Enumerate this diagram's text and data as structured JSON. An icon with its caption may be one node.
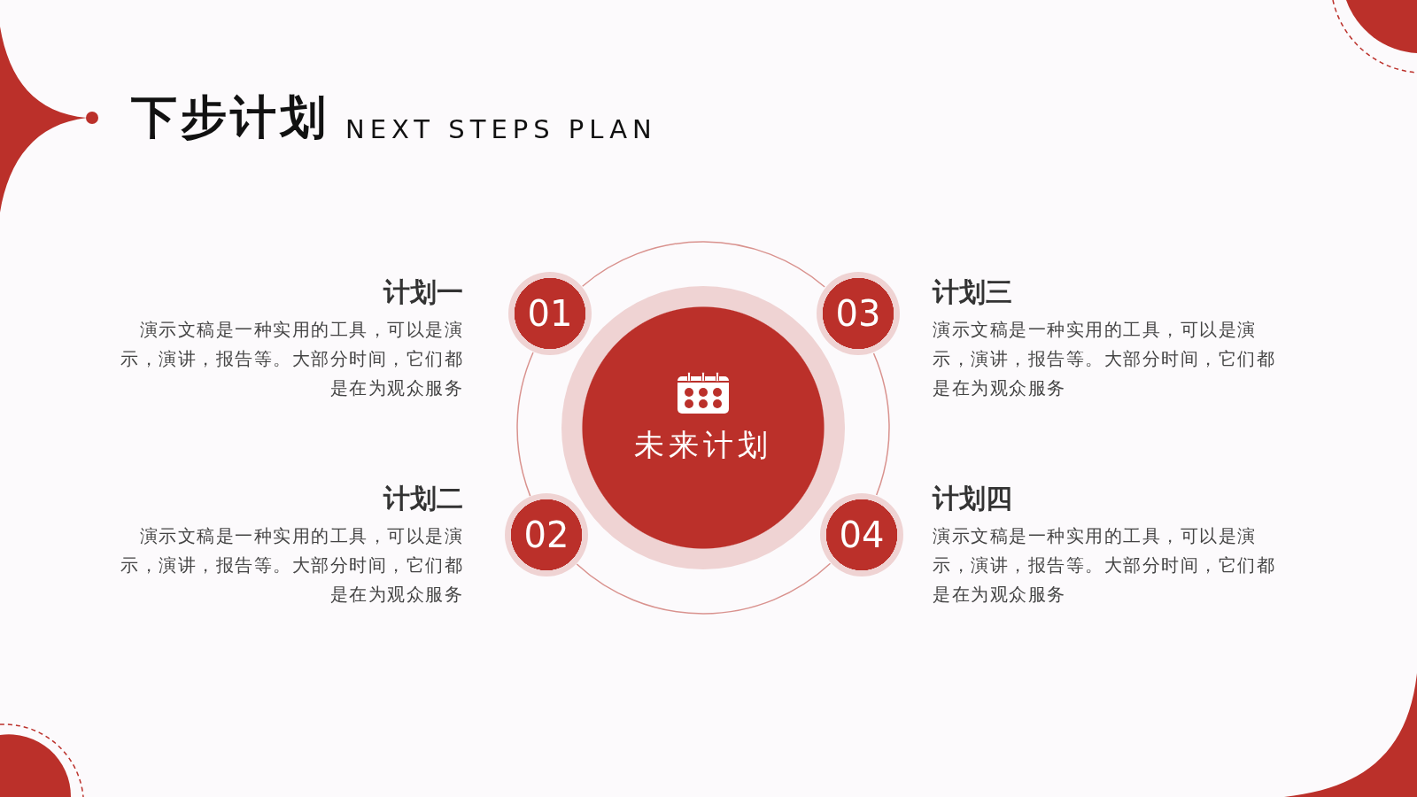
{
  "diagram": {
    "title": "下步计划",
    "nodes": [
      {
        "text": [
          "未来计划"
        ]
      },
      {
        "text": [
          "01"
        ],
        "beside": [
          "计划一",
          "演示文稿是一种实用的工具，可以是演示，演讲，报告等。大部分时间，它们都是在为观众服务"
        ]
      },
      {
        "text": [
          "02"
        ],
        "beside": [
          "计划二",
          "演示文稿是一种实用的工具，可以是演示，演讲，报告等。大部分时间，它们都是在为观众服务"
        ]
      },
      {
        "text": [
          "03"
        ],
        "beside": [
          "计划三",
          "演示文稿是一种实用的工具，可以是演示，演讲，报告等。大部分时间，它们都是在为观众服务"
        ]
      },
      {
        "text": [
          "04"
        ],
        "beside": [
          "计划四",
          "演示文稿是一种实用的工具，可以是演示，演讲，报告等。大部分时间，它们都是在为观众服务"
        ]
      }
    ],
    "edges": [
      {
        "from": 1,
        "to": 3,
        "arrow": "none"
      },
      {
        "from": 3,
        "to": 4,
        "arrow": "none"
      },
      {
        "from": 4,
        "to": 2,
        "arrow": "none"
      },
      {
        "from": 2,
        "to": 1,
        "arrow": "none"
      }
    ],
    "labels": [
      "NEXT STEPS PLAN"
    ]
  }
}
